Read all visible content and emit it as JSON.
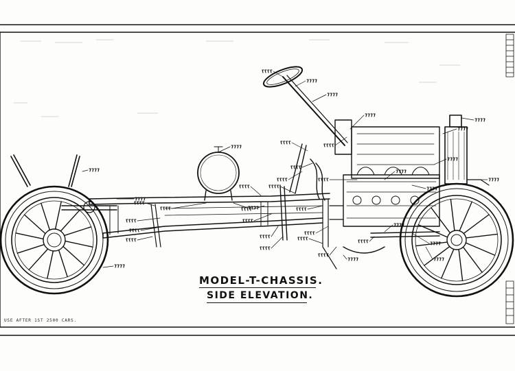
{
  "drawing": {
    "title": "MODEL-T-CHASSIS.",
    "subtitle": "SIDE ELEVATION.",
    "note": "USE AFTER 1ST 2500 CARS.",
    "ink_color": "#111111",
    "paper_color": "#fdfdfb"
  }
}
